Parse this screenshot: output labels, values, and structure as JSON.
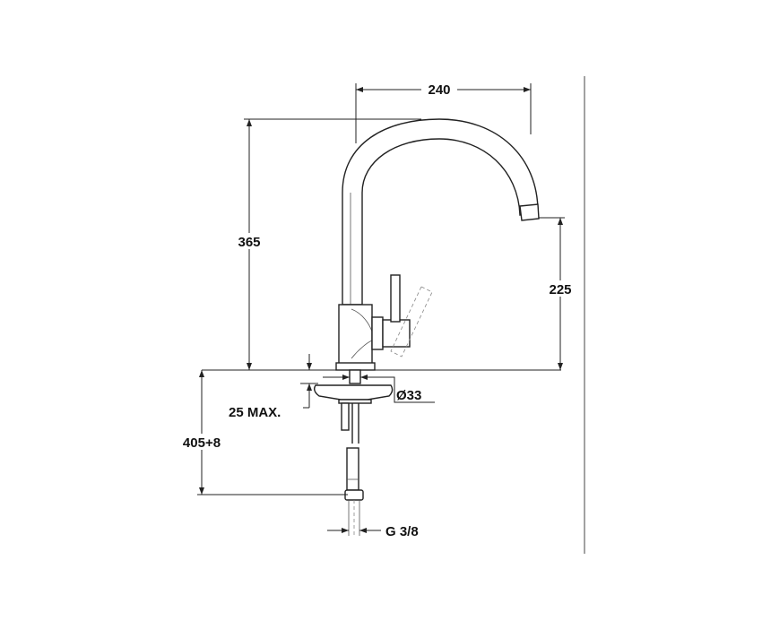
{
  "dimensions": {
    "spout_reach": "240",
    "total_height": "365",
    "spout_height": "225",
    "max_thickness": "25 MAX.",
    "hose_length": "405+8",
    "mount_hole_diameter": "Ø33",
    "connection_thread": "G 3/8"
  }
}
